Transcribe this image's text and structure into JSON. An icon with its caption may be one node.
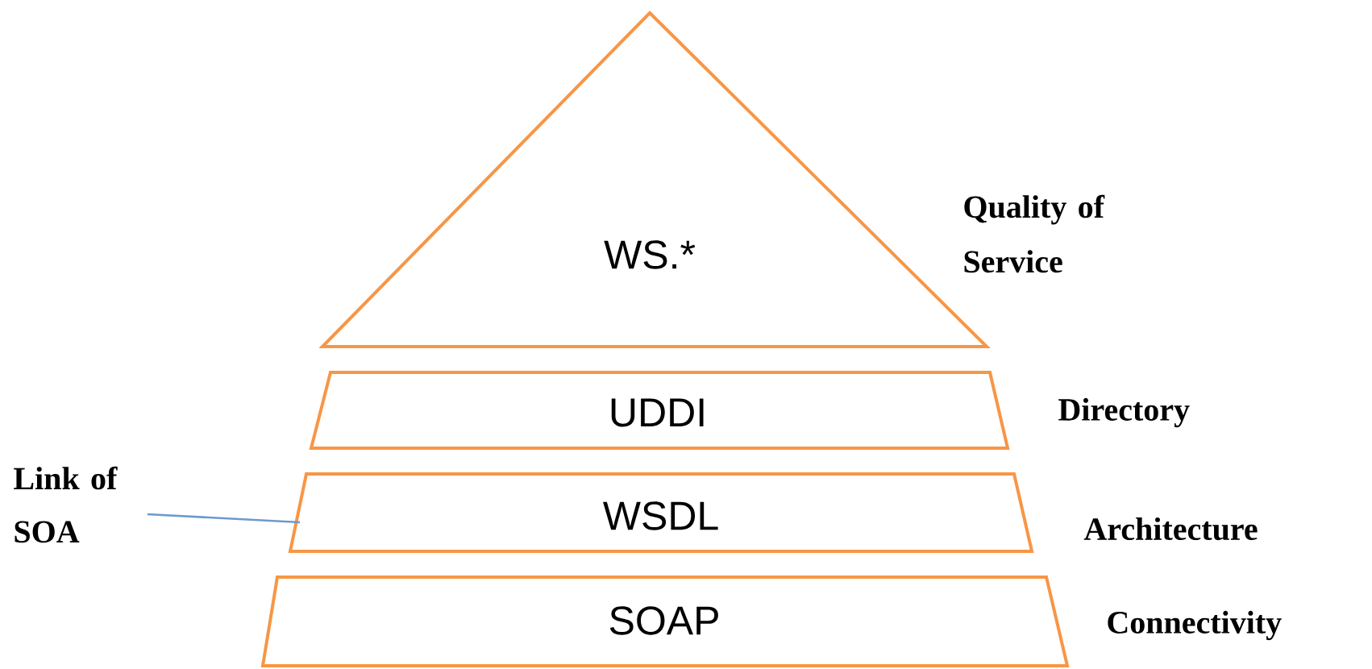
{
  "diagram": {
    "nodes": [
      {
        "text": [
          "WS.*"
        ],
        "beside": [
          "Quality of Service"
        ]
      },
      {
        "text": [
          "UDDI"
        ],
        "beside": [
          "Directory"
        ]
      },
      {
        "text": [
          "WSDL"
        ],
        "beside": [
          "Architecture"
        ]
      },
      {
        "text": [
          "SOAP"
        ],
        "beside": [
          "Connectivity"
        ]
      },
      {
        "text": [
          "Link of SOA"
        ]
      }
    ],
    "edges": [
      {
        "from": 4,
        "to": 2,
        "arrow": "none",
        "color": "#6d9ad0"
      }
    ]
  }
}
